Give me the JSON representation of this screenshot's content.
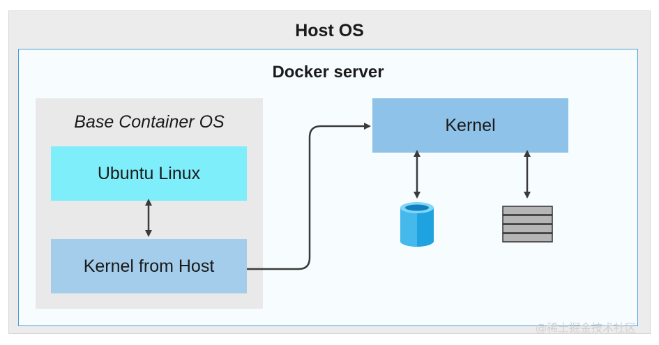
{
  "host": {
    "title": "Host OS"
  },
  "docker": {
    "title": "Docker server"
  },
  "base": {
    "title": "Base Container OS",
    "top_box": "Ubuntu Linux",
    "bottom_box": "Kernel from Host"
  },
  "kernel": {
    "label": "Kernel"
  },
  "icons": {
    "left": "database-icon",
    "right": "server-rack-icon"
  },
  "colors": {
    "host_bg": "#ececec",
    "docker_border": "#4a9ed4",
    "ubuntu_fill": "#7deefa",
    "kernel_from_host_fill": "#a3cdeb",
    "kernel_fill": "#8fc2e8",
    "database": "#1fa3e0",
    "server": "#b5b5b5"
  },
  "watermark": "@稀土掘金技术社区"
}
